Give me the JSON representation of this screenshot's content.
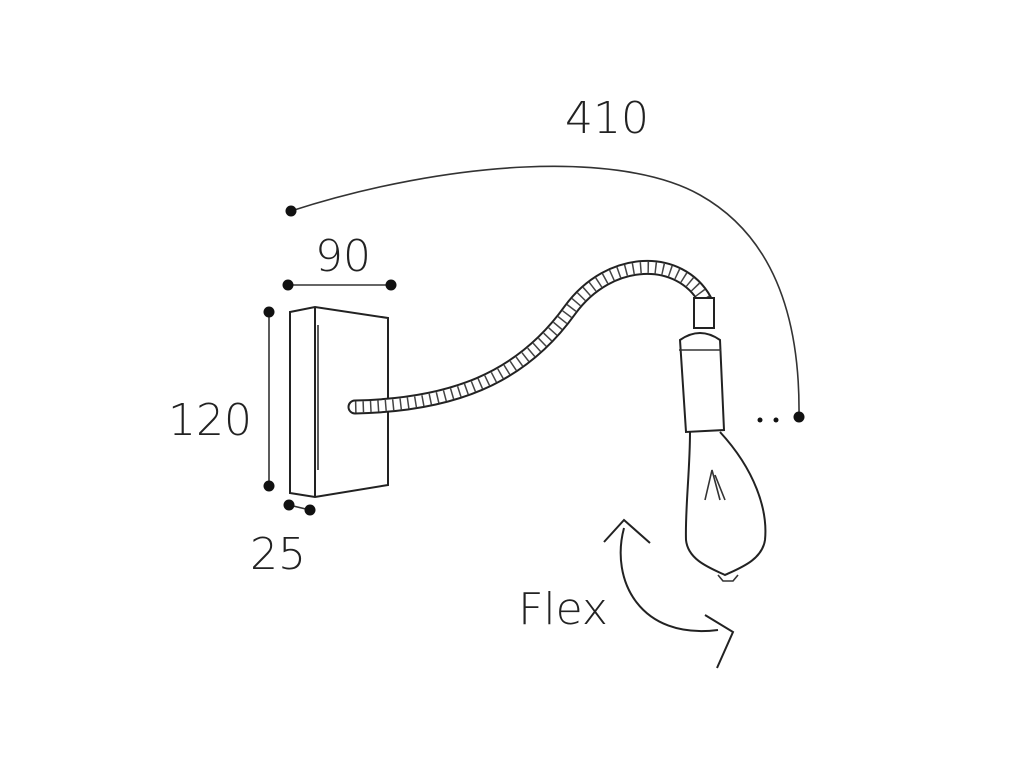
{
  "dimensions": {
    "reach": "410",
    "width": "90",
    "height": "120",
    "depth": "25"
  },
  "flex_label": "Flex"
}
